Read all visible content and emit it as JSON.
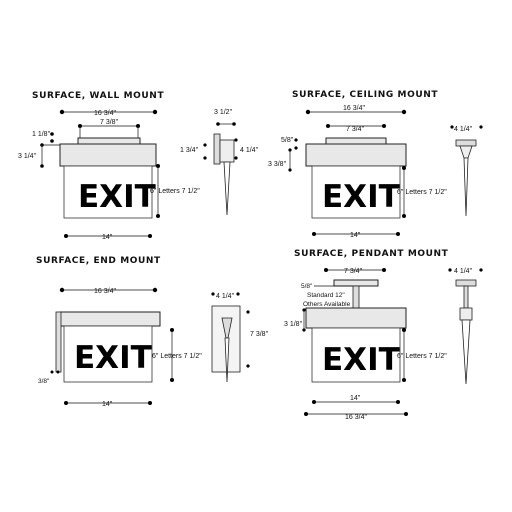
{
  "views": {
    "wall": {
      "title": "SURFACE, WALL MOUNT",
      "exit": "EXIT",
      "width_overall": "16 3/4\"",
      "width_canopy": "7 3/8\"",
      "canopy_height": "1 1/8\"",
      "housing_height": "3 1/4\"",
      "letters": "6\" Letters 7 1/2\"",
      "panel_width": "14\""
    },
    "wall_side": {
      "top": "3 1/2\"",
      "left": "1 3/4\"",
      "right": "4 1/4\""
    },
    "ceiling": {
      "title": "SURFACE, CEILING MOUNT",
      "exit": "EXIT",
      "width_overall": "16 3/4\"",
      "width_canopy": "7 3/4\"",
      "canopy_height": "5/8\"",
      "housing_height": "3 3/8\"",
      "letters": "6\" Letters 7 1/2\"",
      "panel_width": "14\""
    },
    "ceiling_side": {
      "top": "4 1/4\""
    },
    "end": {
      "title": "SURFACE, END MOUNT",
      "exit": "EXIT",
      "width_overall": "16 3/4\"",
      "letters": "6\" Letters 7 1/2\"",
      "panel_width": "14\"",
      "thickness": "3/8\""
    },
    "end_side": {
      "top": "4 1/4\"",
      "right": "7 3/8\""
    },
    "pendant": {
      "title": "SURFACE, PENDANT MOUNT",
      "exit": "EXIT",
      "width_canopy": "7 3/4\"",
      "stem_small": "5/8\"",
      "stem_note_1": "Standard 12\"",
      "stem_note_2": "Others Available",
      "housing_height": "3 1/8\"",
      "letters": "6\" Letters 7 1/2\"",
      "panel_width": "14\"",
      "width_overall": "16 3/4\""
    },
    "pendant_side": {
      "top": "4 1/4\""
    }
  }
}
